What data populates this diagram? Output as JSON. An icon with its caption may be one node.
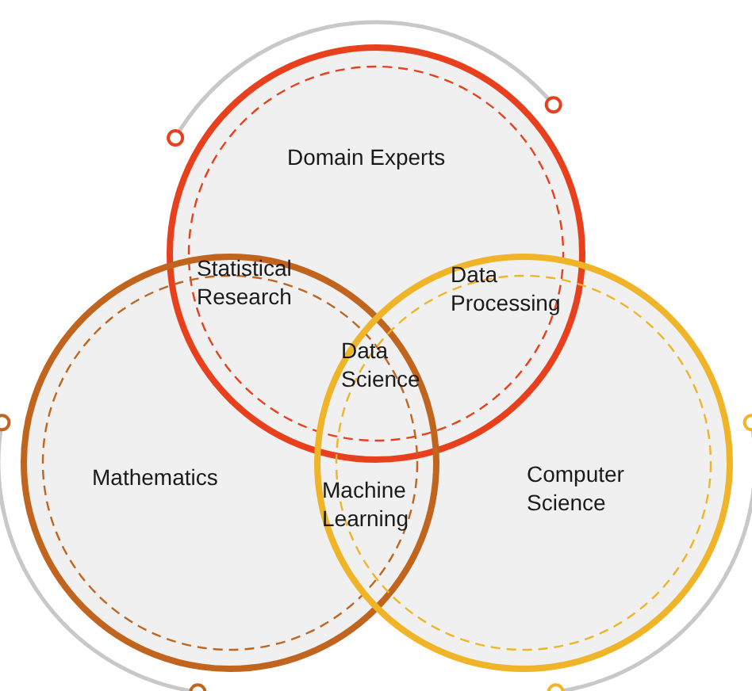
{
  "diagram": {
    "nodes": [
      {
        "text": [
          "Domain Experts"
        ]
      },
      {
        "text": [
          "Mathematics"
        ]
      },
      {
        "text": [
          "Computer Science"
        ]
      }
    ],
    "labels": [
      "Statistical Research",
      "Data Processing",
      "Data Science",
      "Machine Learning"
    ]
  }
}
